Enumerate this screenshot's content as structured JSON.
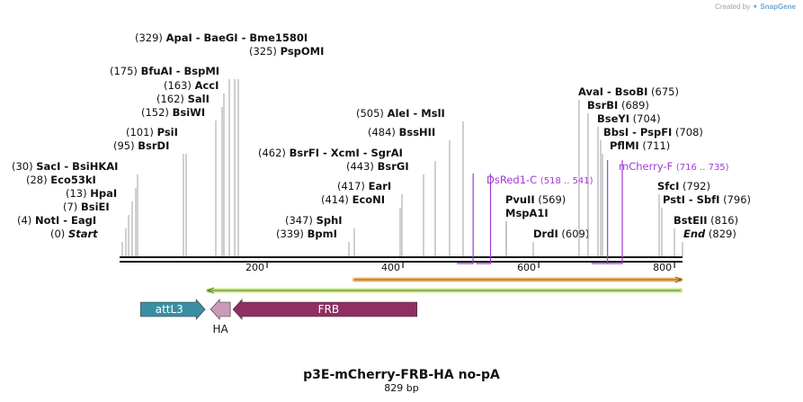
{
  "credit": {
    "prefix": "Created by",
    "brand": "SnapGene"
  },
  "map": {
    "title": "p3E-mCherry-FRB-HA no-pA",
    "length_label": "829 bp",
    "total_bp": 829,
    "ruler": [
      {
        "bp": 200,
        "label": "200"
      },
      {
        "bp": 400,
        "label": "400"
      },
      {
        "bp": 600,
        "label": "600"
      },
      {
        "bp": 800,
        "label": "800"
      }
    ],
    "sites": [
      {
        "pos": "(329)",
        "names": "ApaI  -  BaeGI  -  Bme1580I",
        "bp": 329,
        "side": "left"
      },
      {
        "pos": "(325)",
        "names": "PspOMI",
        "bp": 325,
        "side": "left"
      },
      {
        "pos": "(175)",
        "names": "BfuAI  -  BspMI",
        "bp": 175,
        "side": "left"
      },
      {
        "pos": "(163)",
        "names": "AccI",
        "bp": 163,
        "side": "left"
      },
      {
        "pos": "(162)",
        "names": "SalI",
        "bp": 162,
        "side": "left"
      },
      {
        "pos": "(152)",
        "names": "BsiWI",
        "bp": 152,
        "side": "left"
      },
      {
        "pos": "(101)",
        "names": "PsiI",
        "bp": 101,
        "side": "left"
      },
      {
        "pos": "(95)",
        "names": "BsrDI",
        "bp": 95,
        "side": "left"
      },
      {
        "pos": "(30)",
        "names": "SacI  -  BsiHKAI",
        "bp": 30,
        "side": "left"
      },
      {
        "pos": "(28)",
        "names": "Eco53kI",
        "bp": 28,
        "side": "left"
      },
      {
        "pos": "(13)",
        "names": "HpaI",
        "bp": 13,
        "side": "left"
      },
      {
        "pos": "(7)",
        "names": "BsiEI",
        "bp": 7,
        "side": "left"
      },
      {
        "pos": "(4)",
        "names": "NotI  -  EagI",
        "bp": 4,
        "side": "left"
      },
      {
        "pos": "(0)",
        "names": "Start",
        "bp": 0,
        "side": "left",
        "italic": true
      },
      {
        "pos": "(505)",
        "names": "AleI  -  MslI",
        "bp": 505,
        "side": "left"
      },
      {
        "pos": "(484)",
        "names": "BssHII",
        "bp": 484,
        "side": "left"
      },
      {
        "pos": "(462)",
        "names": "BsrFI  -  XcmI  -  SgrAI",
        "bp": 462,
        "side": "left"
      },
      {
        "pos": "(443)",
        "names": "BsrGI",
        "bp": 443,
        "side": "left"
      },
      {
        "pos": "(417)",
        "names": "EarI",
        "bp": 417,
        "side": "left"
      },
      {
        "pos": "(414)",
        "names": "EcoNI",
        "bp": 414,
        "side": "left"
      },
      {
        "pos": "(347)",
        "names": "SphI",
        "bp": 347,
        "side": "left"
      },
      {
        "pos": "(339)",
        "names": "BpmI",
        "bp": 339,
        "side": "left"
      },
      {
        "pos": "(569)",
        "names": "PvuII",
        "bp": 569,
        "side": "right"
      },
      {
        "pos": "",
        "names": "MspA1I",
        "bp": 569,
        "side": "right"
      },
      {
        "pos": "(609)",
        "names": "DrdI",
        "bp": 609,
        "side": "right"
      },
      {
        "pos": "(675)",
        "names": "AvaI  -  BsoBI",
        "bp": 675,
        "side": "right"
      },
      {
        "pos": "(689)",
        "names": "BsrBI",
        "bp": 689,
        "side": "right"
      },
      {
        "pos": "(704)",
        "names": "BseYI",
        "bp": 704,
        "side": "right"
      },
      {
        "pos": "(708)",
        "names": "BbsI  -  PspFI",
        "bp": 708,
        "side": "right"
      },
      {
        "pos": "(711)",
        "names": "PflMI",
        "bp": 711,
        "side": "right"
      },
      {
        "pos": "(792)",
        "names": "SfcI",
        "bp": 792,
        "side": "right"
      },
      {
        "pos": "(796)",
        "names": "PstI  -  SbfI",
        "bp": 796,
        "side": "right"
      },
      {
        "pos": "(816)",
        "names": "BstEII",
        "bp": 816,
        "side": "right"
      },
      {
        "pos": "(829)",
        "names": "End",
        "bp": 829,
        "side": "right",
        "italic": true
      }
    ],
    "primers": [
      {
        "name": "DsRed1-C",
        "range": "(518 .. 541)",
        "start": 518,
        "end": 541,
        "color": "#a13ad6"
      },
      {
        "name": "mCherry-F",
        "range": "(716 .. 735)",
        "start": 716,
        "end": 735,
        "color": "#a13ad6"
      }
    ],
    "bars": [
      {
        "start": 343,
        "end": 829,
        "dir": "right",
        "color": "#f3b96d",
        "line": "#8a5a1a"
      },
      {
        "start": 128,
        "end": 829,
        "dir": "left",
        "color": "#c7e68c",
        "line": "#5a7e1a"
      }
    ],
    "features": [
      {
        "name": "attL3",
        "start": 31,
        "end": 126,
        "dir": "right",
        "color": "#3a8ea3",
        "label_inside": true
      },
      {
        "name": "HA",
        "start": 134,
        "end": 163,
        "dir": "left",
        "color": "#cc99b8",
        "label_inside": false
      },
      {
        "name": "FRB",
        "start": 167,
        "end": 438,
        "dir": "left",
        "color": "#8f2f63",
        "label_inside": true
      }
    ]
  }
}
